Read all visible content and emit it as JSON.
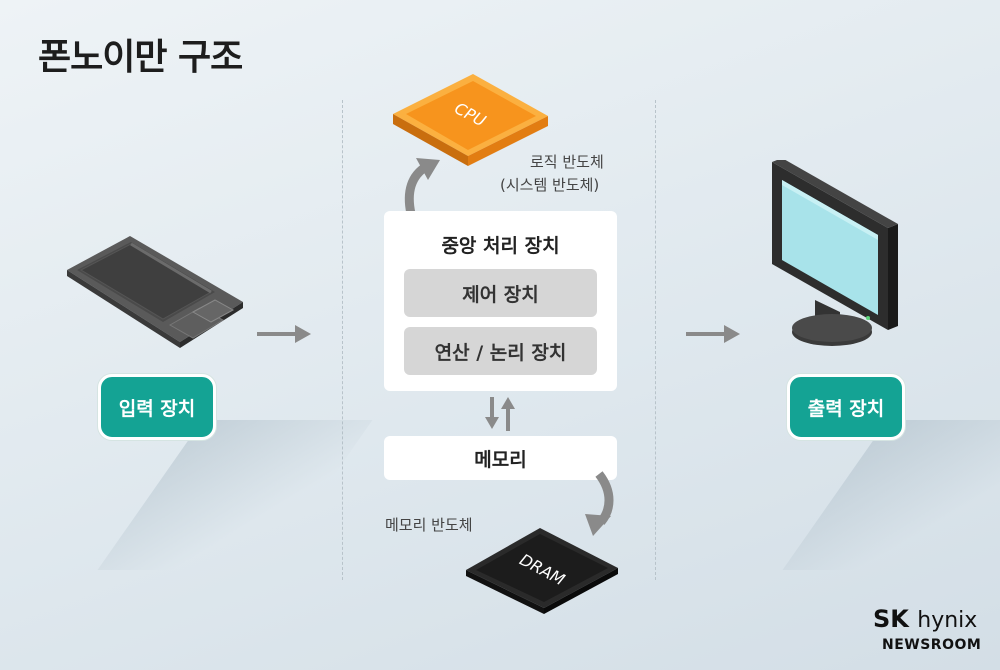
{
  "title": "폰노이만 구조",
  "input": {
    "label": "입력 장치"
  },
  "output": {
    "label": "출력 장치"
  },
  "cpu_chip": {
    "label": "CPU",
    "note_line1": "로직 반도체",
    "note_line2": "(시스템 반도체)"
  },
  "cpu_unit": {
    "title": "중앙 처리 장치",
    "control": "제어 장치",
    "alu": "연산 / 논리 장치"
  },
  "memory": {
    "label": "메모리"
  },
  "dram_chip": {
    "label": "DRAM",
    "note": "메모리 반도체"
  },
  "brand": {
    "name_bold": "SK",
    "name_light": "hynix",
    "sub": "NEWSROOM"
  },
  "colors": {
    "accent": "#14a394",
    "cpu_orange": "#f7941d",
    "arrow_gray": "#8a8a8a"
  }
}
